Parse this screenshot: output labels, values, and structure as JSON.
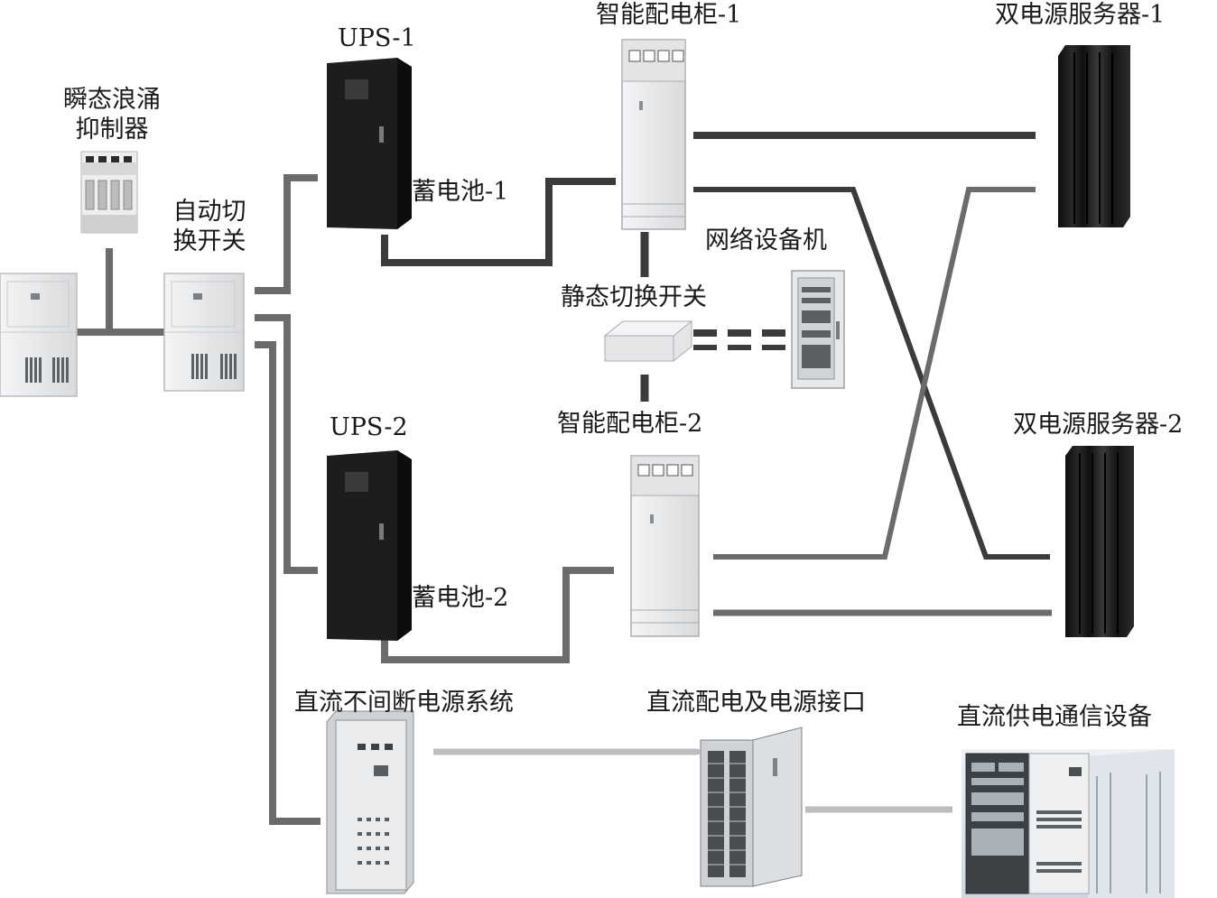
{
  "labels": {
    "surge_line1": "瞬态浪涌",
    "surge_line2": "抑制器",
    "ats_line1": "自动切",
    "ats_line2": "换开关",
    "ups1": "UPS-1",
    "battery1": "蓄电池-1",
    "ups2": "UPS-2",
    "battery2": "蓄电池-2",
    "pdc1": "智能配电柜-1",
    "pdc2": "智能配电柜-2",
    "sts": "静态切换开关",
    "network_rack": "网络设备机",
    "server1": "双电源服务器-1",
    "server2": "双电源服务器-2",
    "dc_ups": "直流不间断电源系统",
    "dc_dist": "直流配电及电源接口",
    "dc_equip": "直流供电通信设备"
  },
  "colors": {
    "line_dark": "#3b3b3b",
    "line_mid": "#6b6b6b",
    "line_light": "#bdbdbd",
    "cabinet_black": "#1d1d1d",
    "cabinet_light": "#e9ebec"
  }
}
